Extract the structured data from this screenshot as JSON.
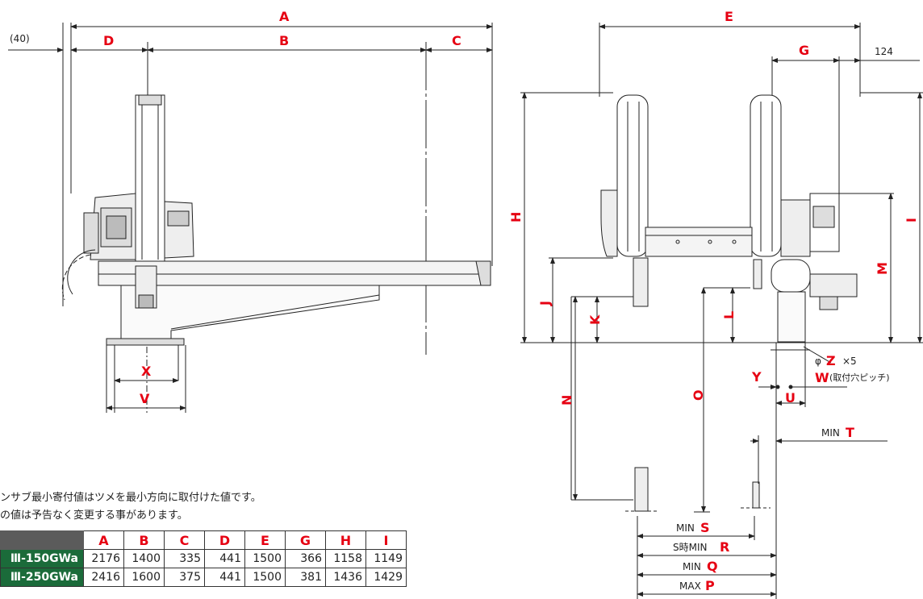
{
  "dimensions": {
    "A": "A",
    "B": "B",
    "C": "C",
    "D": "D",
    "E": "E",
    "G": "G",
    "H": "H",
    "I": "I",
    "J": "J",
    "K": "K",
    "L": "L",
    "M": "M",
    "N": "N",
    "O": "O",
    "X": "X",
    "V": "V",
    "Y": "Y",
    "U": "U",
    "W": "W",
    "Z": "Z",
    "T": "T",
    "S": "S",
    "R": "R",
    "Q": "Q",
    "P": "P"
  },
  "labels": {
    "offset_40": "(40)",
    "dim_124": "124",
    "phi": "φ",
    "times_5": "×5",
    "hole_pitch": "(取付穴ピッチ)",
    "min": "MIN",
    "max": "MAX",
    "s_time_min": "S時MIN"
  },
  "notes": [
    "ンサブ最小寄付値はツメを最小方向に取付けた値です。",
    "の値は予告なく変更する事があります。"
  ],
  "spec_table": {
    "columns": [
      "A",
      "B",
      "C",
      "D",
      "E",
      "G",
      "H",
      "I"
    ],
    "rows": [
      {
        "model": "Ⅲ-150GWa",
        "values": [
          "2176",
          "1400",
          "335",
          "441",
          "1500",
          "366",
          "1158",
          "1149"
        ]
      },
      {
        "model": "Ⅲ-250GWa",
        "values": [
          "2416",
          "1600",
          "375",
          "441",
          "1500",
          "381",
          "1436",
          "1429"
        ]
      }
    ]
  }
}
